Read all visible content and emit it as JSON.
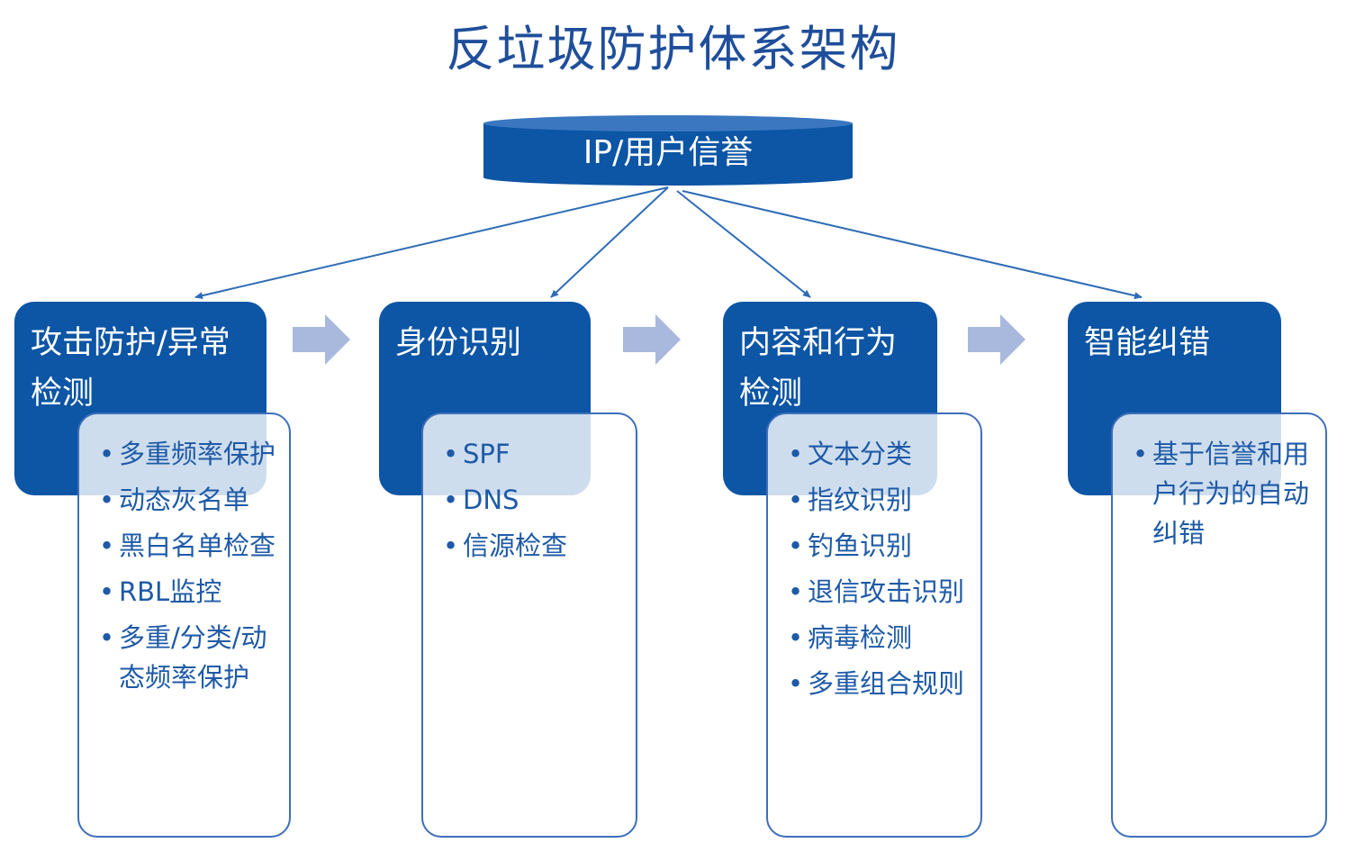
{
  "title": "反垃圾防护体系架构",
  "root": {
    "label": "IP/用户信誉"
  },
  "stages": [
    {
      "title": "攻击防护/异常检测",
      "items": [
        "多重频率保护",
        "动态灰名单",
        "黑白名单检查",
        "RBL监控",
        "多重/分类/动态频率保护"
      ]
    },
    {
      "title": "身份识别",
      "items": [
        "SPF",
        "DNS",
        "信源检查"
      ]
    },
    {
      "title": "内容和行为检测",
      "items": [
        "文本分类",
        "指纹识别",
        "钓鱼识别",
        "退信攻击识别",
        "病毒检测",
        "多重组合规则"
      ]
    },
    {
      "title": "智能纠错",
      "items": [
        "基于信誉和用户行为的自动纠错"
      ]
    }
  ],
  "colors": {
    "title": "#1f4e9b",
    "node_fill": "#0d55a5",
    "detail_border": "#3e6fb8",
    "detail_text": "#1e5aa7",
    "flow_arrow": "#a9b8dd",
    "connector": "#2e6cb6"
  },
  "icons": {
    "flow_arrow": "right-block-arrow-icon"
  }
}
